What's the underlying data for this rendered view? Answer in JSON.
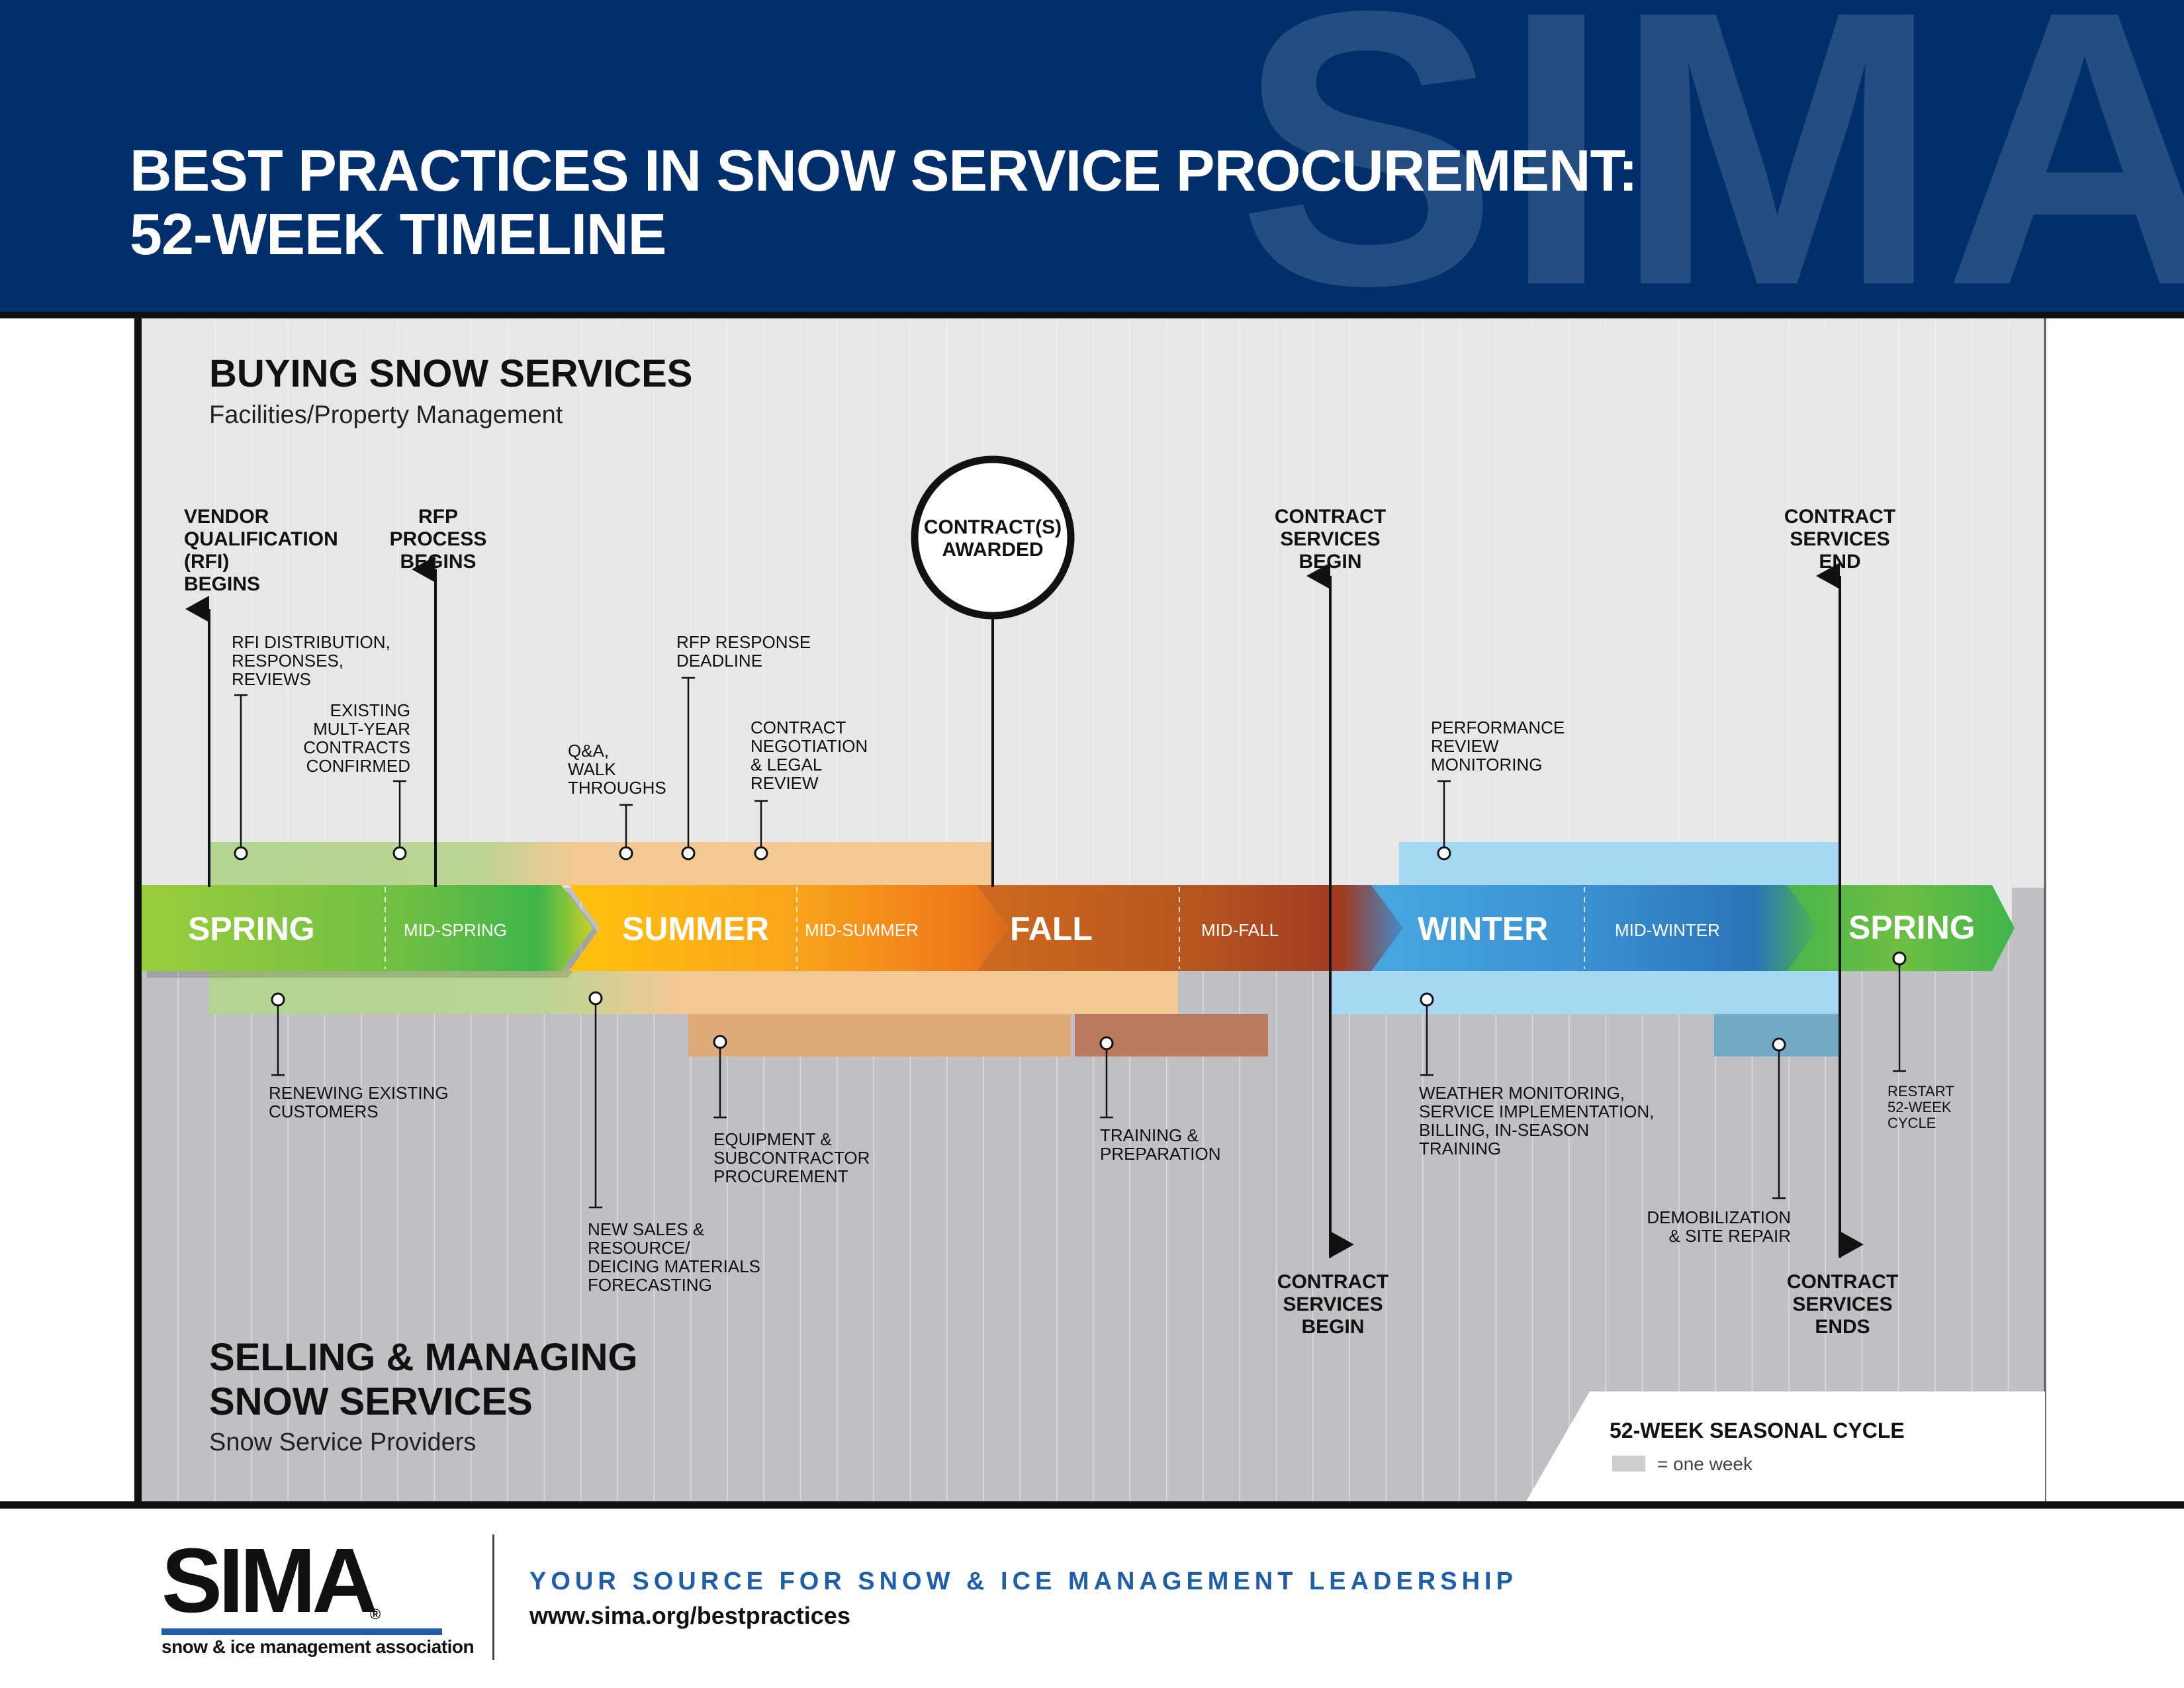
{
  "title": {
    "line1": "BEST PRACTICES IN SNOW SERVICE PROCUREMENT:",
    "line2": "52-WEEK TIMELINE"
  },
  "watermark": "SIMA",
  "buying": {
    "title": "BUYING SNOW SERVICES",
    "subtitle": "Facilities/Property Management"
  },
  "selling": {
    "title_line1": "SELLING & MANAGING",
    "title_line2": "SNOW SERVICES",
    "subtitle": "Snow Service Providers"
  },
  "seasons": {
    "spring": "SPRING",
    "mid_spring": "MID-SPRING",
    "summer": "SUMMER",
    "mid_summer": "MID-SUMMER",
    "fall": "FALL",
    "mid_fall": "MID-FALL",
    "winter": "WINTER",
    "mid_winter": "MID-WINTER",
    "spring_end": "SPRING"
  },
  "milestones": {
    "vendor_qual": [
      "VENDOR",
      "QUALIFICATION",
      "(RFI)",
      "BEGINS"
    ],
    "rfp_process": [
      "RFP",
      "PROCESS",
      "BEGINS"
    ],
    "contract_awarded": [
      "CONTRACT(S)",
      "AWARDED"
    ],
    "services_begin_top": [
      "CONTRACT",
      "SERVICES",
      "BEGIN"
    ],
    "services_end_top": [
      "CONTRACT",
      "SERVICES",
      "END"
    ],
    "services_begin_bottom": [
      "CONTRACT",
      "SERVICES",
      "BEGIN"
    ],
    "services_ends_bottom": [
      "CONTRACT",
      "SERVICES",
      "ENDS"
    ]
  },
  "activities": {
    "rfi_distribution": [
      "RFI DISTRIBUTION,",
      "RESPONSES,",
      "REVIEWS"
    ],
    "multi_year": [
      "EXISTING",
      "MULT-YEAR",
      "CONTRACTS",
      "CONFIRMED"
    ],
    "qa": [
      "Q&A,",
      "WALK",
      "THROUGHS"
    ],
    "rfp_deadline": [
      "RFP RESPONSE",
      "DEADLINE"
    ],
    "negotiation": [
      "CONTRACT",
      "NEGOTIATION",
      "& LEGAL",
      "REVIEW"
    ],
    "performance": [
      "PERFORMANCE",
      "REVIEW",
      "MONITORING"
    ],
    "renewing": [
      "RENEWING EXISTING",
      "CUSTOMERS"
    ],
    "new_sales": [
      "NEW SALES &",
      "RESOURCE/",
      "DEICING MATERIALS",
      "FORECASTING"
    ],
    "equipment": [
      "EQUIPMENT &",
      "SUBCONTRACTOR",
      "PROCUREMENT"
    ],
    "training": [
      "TRAINING &",
      "PREPARATION"
    ],
    "weather": [
      "WEATHER MONITORING,",
      "SERVICE IMPLEMENTATION,",
      "BILLING, IN-SEASON",
      "TRAINING"
    ],
    "demob": [
      "DEMOBILIZATION",
      "& SITE REPAIR"
    ],
    "restart": [
      "RESTART",
      "52-WEEK",
      "CYCLE"
    ]
  },
  "legend": {
    "title": "52-WEEK SEASONAL CYCLE",
    "item": "= one week",
    "swatch_color": "#cdced0"
  },
  "colors": {
    "navy": "#002f6c",
    "spring": "#8cc63f",
    "summer": "#f7a21b",
    "fall": "#b8561f",
    "winter": "#3a9ad9",
    "accent_blue": "#1f5fa8"
  },
  "footer": {
    "logo": "SIMA",
    "logo_sub": "snow & ice management association",
    "tagline": "YOUR SOURCE FOR SNOW & ICE MANAGEMENT LEADERSHIP",
    "url": "www.sima.org/bestpractices"
  }
}
